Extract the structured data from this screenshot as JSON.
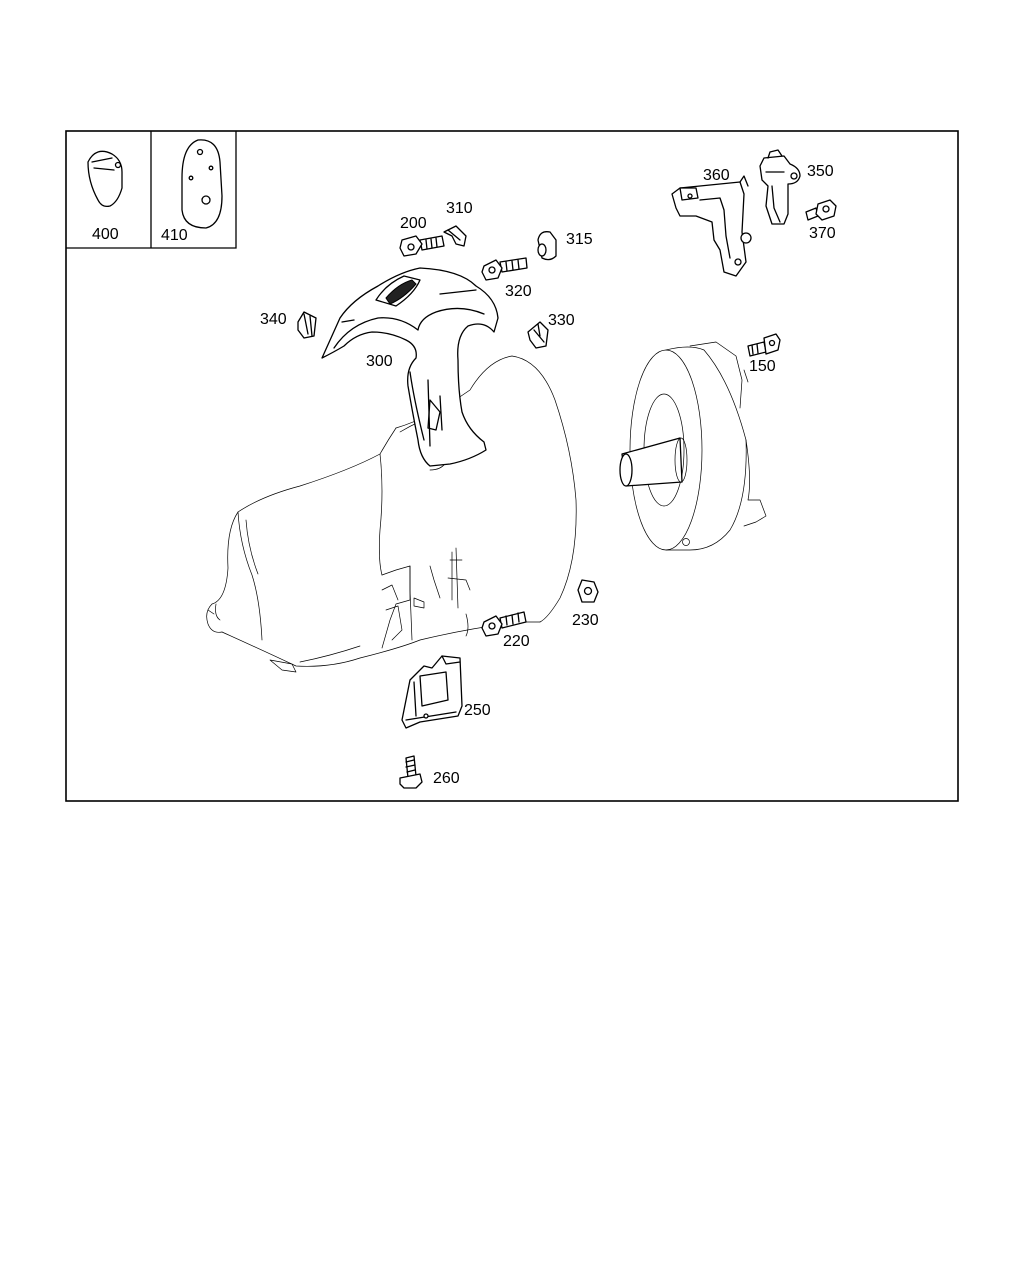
{
  "parts": [
    {
      "id": "p400",
      "number": "400"
    },
    {
      "id": "p410",
      "number": "410"
    },
    {
      "id": "p360",
      "number": "360"
    },
    {
      "id": "p350",
      "number": "350"
    },
    {
      "id": "p370",
      "number": "370"
    },
    {
      "id": "p200",
      "number": "200"
    },
    {
      "id": "p310",
      "number": "310"
    },
    {
      "id": "p315",
      "number": "315"
    },
    {
      "id": "p320",
      "number": "320"
    },
    {
      "id": "p340",
      "number": "340"
    },
    {
      "id": "p330",
      "number": "330"
    },
    {
      "id": "p300",
      "number": "300"
    },
    {
      "id": "p150",
      "number": "150"
    },
    {
      "id": "p230",
      "number": "230"
    },
    {
      "id": "p220",
      "number": "220"
    },
    {
      "id": "p250",
      "number": "250"
    },
    {
      "id": "p260",
      "number": "260"
    }
  ]
}
